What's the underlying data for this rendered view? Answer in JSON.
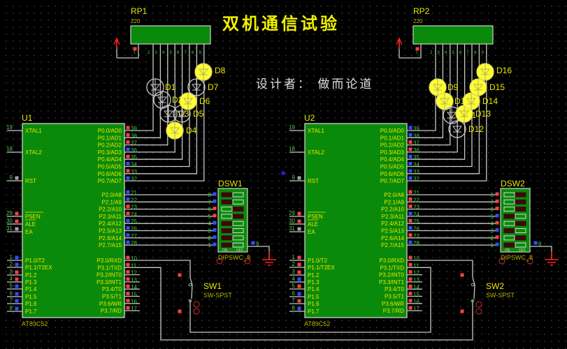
{
  "title": "双机通信试验",
  "designer": "设计者： 做而论道",
  "colors": {
    "background": "#000000",
    "chip_body": "#0a8a0a",
    "wire": "#c8c8c8",
    "label": "#e8e800",
    "pin_number": "#4ccc4c",
    "state_high": "#ff4040",
    "state_low": "#3050ff",
    "led_on": "#ffff30",
    "power": "#ff2020"
  },
  "chips": [
    {
      "ref": "U1",
      "part": "AT89C52",
      "left_pins": [
        {
          "num": "19",
          "name": "XTAL1",
          "state": ""
        },
        {
          "num": "18",
          "name": "XTAL2",
          "state": ""
        },
        {
          "num": "9",
          "name": "RST",
          "state": "gray"
        },
        {
          "num": "29",
          "name": "PSEN",
          "state": "high"
        },
        {
          "num": "30",
          "name": "ALE",
          "state": "high"
        },
        {
          "num": "31",
          "name": "EA",
          "state": "gray"
        },
        {
          "num": "1",
          "name": "P1.0/T2",
          "state": "low"
        },
        {
          "num": "2",
          "name": "P1.1/T2EX",
          "state": "low"
        },
        {
          "num": "3",
          "name": "P1.2",
          "state": "high"
        },
        {
          "num": "4",
          "name": "P1.3",
          "state": "high"
        },
        {
          "num": "5",
          "name": "P1.4",
          "state": "low"
        },
        {
          "num": "6",
          "name": "P1.5",
          "state": "low"
        },
        {
          "num": "7",
          "name": "P1.6",
          "state": "low"
        },
        {
          "num": "8",
          "name": "P1.7",
          "state": "low"
        }
      ],
      "right_pins": [
        {
          "num": "39",
          "name": "P0.0/AD0",
          "state": "high"
        },
        {
          "num": "38",
          "name": "P0.1/AD1",
          "state": "high"
        },
        {
          "num": "37",
          "name": "P0.2/AD2",
          "state": "high"
        },
        {
          "num": "36",
          "name": "P0.3/AD3",
          "state": "low"
        },
        {
          "num": "35",
          "name": "P0.4/AD4",
          "state": "high"
        },
        {
          "num": "34",
          "name": "P0.5/AD5",
          "state": "low"
        },
        {
          "num": "33",
          "name": "P0.6/AD6",
          "state": "high"
        },
        {
          "num": "32",
          "name": "P0.7/AD7",
          "state": "low"
        },
        {
          "num": "21",
          "name": "P2.0/A8",
          "state": "low"
        },
        {
          "num": "22",
          "name": "P2.1/A9",
          "state": "low"
        },
        {
          "num": "23",
          "name": "P2.2/A10",
          "state": "high"
        },
        {
          "num": "24",
          "name": "P2.3/A11",
          "state": "high"
        },
        {
          "num": "25",
          "name": "P2.4/A12",
          "state": "low"
        },
        {
          "num": "26",
          "name": "P2.5/A13",
          "state": "low"
        },
        {
          "num": "27",
          "name": "P2.6/A14",
          "state": "low"
        },
        {
          "num": "28",
          "name": "P2.7/A15",
          "state": "low"
        },
        {
          "num": "10",
          "name": "P3.0/RXD",
          "state": "high"
        },
        {
          "num": "11",
          "name": "P3.1/TXD",
          "state": "high"
        },
        {
          "num": "12",
          "name": "P3.2/INT0",
          "state": "high"
        },
        {
          "num": "13",
          "name": "P3.3/INT1",
          "state": "high"
        },
        {
          "num": "14",
          "name": "P3.4/T0",
          "state": "high"
        },
        {
          "num": "15",
          "name": "P3.5/T1",
          "state": "high"
        },
        {
          "num": "16",
          "name": "P3.6/WR",
          "state": "high"
        },
        {
          "num": "17",
          "name": "P3.7/RD",
          "state": "high"
        }
      ]
    },
    {
      "ref": "U2",
      "part": "AT89C52",
      "left_pins": [
        {
          "num": "19",
          "name": "XTAL1",
          "state": ""
        },
        {
          "num": "18",
          "name": "XTAL2",
          "state": ""
        },
        {
          "num": "9",
          "name": "RST",
          "state": "gray"
        },
        {
          "num": "29",
          "name": "PSEN",
          "state": "high"
        },
        {
          "num": "30",
          "name": "ALE",
          "state": "high"
        },
        {
          "num": "31",
          "name": "EA",
          "state": "gray"
        },
        {
          "num": "1",
          "name": "P1.0/T2",
          "state": "high"
        },
        {
          "num": "2",
          "name": "P1.1/T2EX",
          "state": "high"
        },
        {
          "num": "3",
          "name": "P1.2",
          "state": "high"
        },
        {
          "num": "4",
          "name": "P1.3",
          "state": "low"
        },
        {
          "num": "5",
          "name": "P1.4",
          "state": "high"
        },
        {
          "num": "6",
          "name": "P1.5",
          "state": "low"
        },
        {
          "num": "7",
          "name": "P1.6",
          "state": "high"
        },
        {
          "num": "8",
          "name": "P1.7",
          "state": "low"
        }
      ],
      "right_pins": [
        {
          "num": "39",
          "name": "P0.0/AD0",
          "state": "low"
        },
        {
          "num": "38",
          "name": "P0.1/AD1",
          "state": "low"
        },
        {
          "num": "37",
          "name": "P0.2/AD2",
          "state": "high"
        },
        {
          "num": "36",
          "name": "P0.3/AD3",
          "state": "high"
        },
        {
          "num": "35",
          "name": "P0.4/AD4",
          "state": "low"
        },
        {
          "num": "34",
          "name": "P0.5/AD5",
          "state": "low"
        },
        {
          "num": "33",
          "name": "P0.6/AD6",
          "state": "low"
        },
        {
          "num": "32",
          "name": "P0.7/AD7",
          "state": "low"
        },
        {
          "num": "21",
          "name": "P2.0/A8",
          "state": "high"
        },
        {
          "num": "22",
          "name": "P2.1/A9",
          "state": "high"
        },
        {
          "num": "23",
          "name": "P2.2/A10",
          "state": "high"
        },
        {
          "num": "24",
          "name": "P2.3/A11",
          "state": "low"
        },
        {
          "num": "25",
          "name": "P2.4/A12",
          "state": "high"
        },
        {
          "num": "26",
          "name": "P2.5/A13",
          "state": "low"
        },
        {
          "num": "27",
          "name": "P2.6/A14",
          "state": "high"
        },
        {
          "num": "28",
          "name": "P2.7/A15",
          "state": "low"
        },
        {
          "num": "10",
          "name": "P3.0/RXD",
          "state": "high"
        },
        {
          "num": "11",
          "name": "P3.1/TXD",
          "state": "high"
        },
        {
          "num": "12",
          "name": "P3.2/INT0",
          "state": "high"
        },
        {
          "num": "13",
          "name": "P3.3/INT1",
          "state": "high"
        },
        {
          "num": "14",
          "name": "P3.4/T0",
          "state": "high"
        },
        {
          "num": "15",
          "name": "P3.5/T1",
          "state": "high"
        },
        {
          "num": "16",
          "name": "P3.6/WR",
          "state": "high"
        },
        {
          "num": "17",
          "name": "P3.7/RD",
          "state": "high"
        }
      ]
    }
  ],
  "resistor_packs": [
    {
      "ref": "RP1",
      "value": "220",
      "pins": [
        "1",
        "2",
        "3",
        "4",
        "5",
        "6",
        "7",
        "8",
        "9"
      ]
    },
    {
      "ref": "RP2",
      "value": "220",
      "pins": [
        "1",
        "2",
        "3",
        "4",
        "5",
        "6",
        "7",
        "8",
        "9"
      ]
    }
  ],
  "leds": [
    [
      {
        "ref": "D1",
        "on": false
      },
      {
        "ref": "D2",
        "on": false
      },
      {
        "ref": "D3",
        "on": false
      },
      {
        "ref": "D4",
        "on": true
      },
      {
        "ref": "D5",
        "on": false
      },
      {
        "ref": "D6",
        "on": true
      },
      {
        "ref": "D7",
        "on": false
      },
      {
        "ref": "D8",
        "on": true
      }
    ],
    [
      {
        "ref": "D9",
        "on": true
      },
      {
        "ref": "D10",
        "on": true
      },
      {
        "ref": "D11",
        "on": false
      },
      {
        "ref": "D12",
        "on": false
      },
      {
        "ref": "D13",
        "on": true
      },
      {
        "ref": "D14",
        "on": true
      },
      {
        "ref": "D15",
        "on": true
      },
      {
        "ref": "D16",
        "on": true
      }
    ]
  ],
  "dip_switches": [
    {
      "ref": "DSW1",
      "part": "DIPSWC_8",
      "on_label": "ON",
      "off_label": "OFF",
      "common_pin": "9",
      "pin_labels": [
        "8",
        "7",
        "6",
        "5",
        "4",
        "3",
        "2",
        "1"
      ],
      "pin_states": [
        "low",
        "low",
        "high",
        "high",
        "low",
        "low",
        "low",
        "low"
      ],
      "positions": [
        "on",
        "on",
        "off",
        "off",
        "on",
        "on",
        "on",
        "on"
      ]
    },
    {
      "ref": "DSW2",
      "part": "DIPSWC_8",
      "on_label": "ON",
      "off_label": "OFF",
      "common_pin": "9",
      "pin_labels": [
        "8",
        "7",
        "6",
        "5",
        "4",
        "3",
        "2",
        "1"
      ],
      "pin_states": [
        "high",
        "high",
        "high",
        "low",
        "high",
        "low",
        "high",
        "low"
      ],
      "positions": [
        "off",
        "off",
        "off",
        "on",
        "off",
        "on",
        "off",
        "on"
      ]
    }
  ],
  "switches": [
    {
      "ref": "SW1",
      "part": "SW-SPST"
    },
    {
      "ref": "SW2",
      "part": "SW-SPST"
    }
  ]
}
